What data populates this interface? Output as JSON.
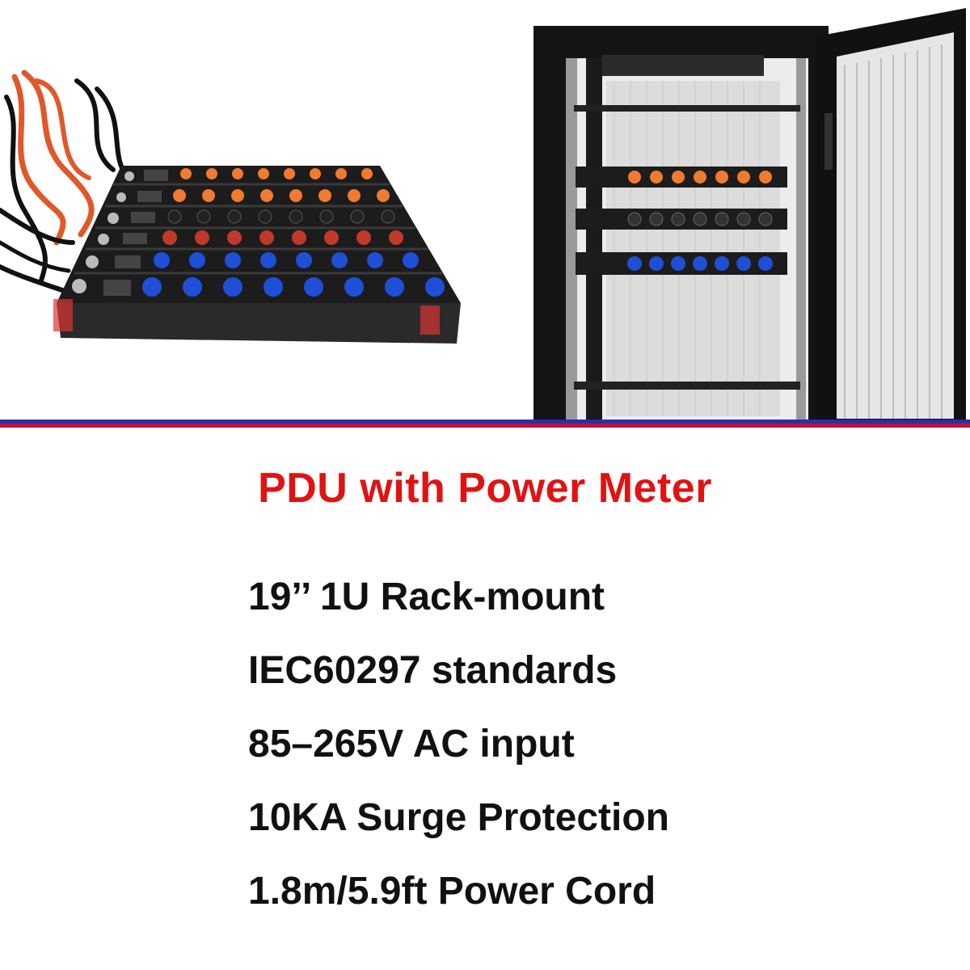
{
  "headline": "PDU with Power Meter",
  "features": [
    "19’’ 1U Rack-mount",
    "IEC60297 standards",
    "85–265V AC input",
    "10KA Surge Protection",
    "1.8m/5.9ft Power Cord"
  ],
  "colors": {
    "headline": "#e01313",
    "text": "#111111",
    "divider_blue": "#2b2bb4",
    "divider_red": "#c8102e",
    "socket_orange": "#f07a30",
    "socket_black": "#222222",
    "socket_red": "#c0392b",
    "socket_blue": "#1f4fd6"
  },
  "photos": {
    "left": "pdu-stack-with-cords",
    "right": "server-rack-cabinet-with-pdus"
  }
}
